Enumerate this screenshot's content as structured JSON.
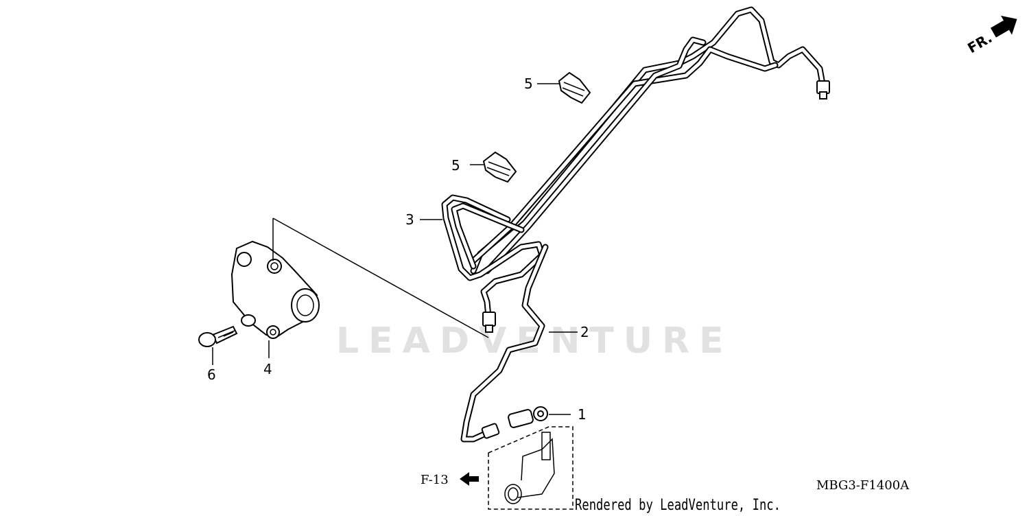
{
  "diagram": {
    "callouts": [
      "1",
      "2",
      "3",
      "4",
      "5",
      "5",
      "6"
    ],
    "reference_label": "F-13",
    "direction_label": "FR.",
    "diagram_code": "MBG3-F1400A",
    "watermark": "LEADVENTURE",
    "footer": "Rendered by LeadVenture, Inc."
  },
  "colors": {
    "line": "#000000",
    "background": "#ffffff",
    "watermark": "#c9c9c9"
  },
  "icons": [
    "front-direction-arrow-icon",
    "reference-arrow-icon"
  ]
}
